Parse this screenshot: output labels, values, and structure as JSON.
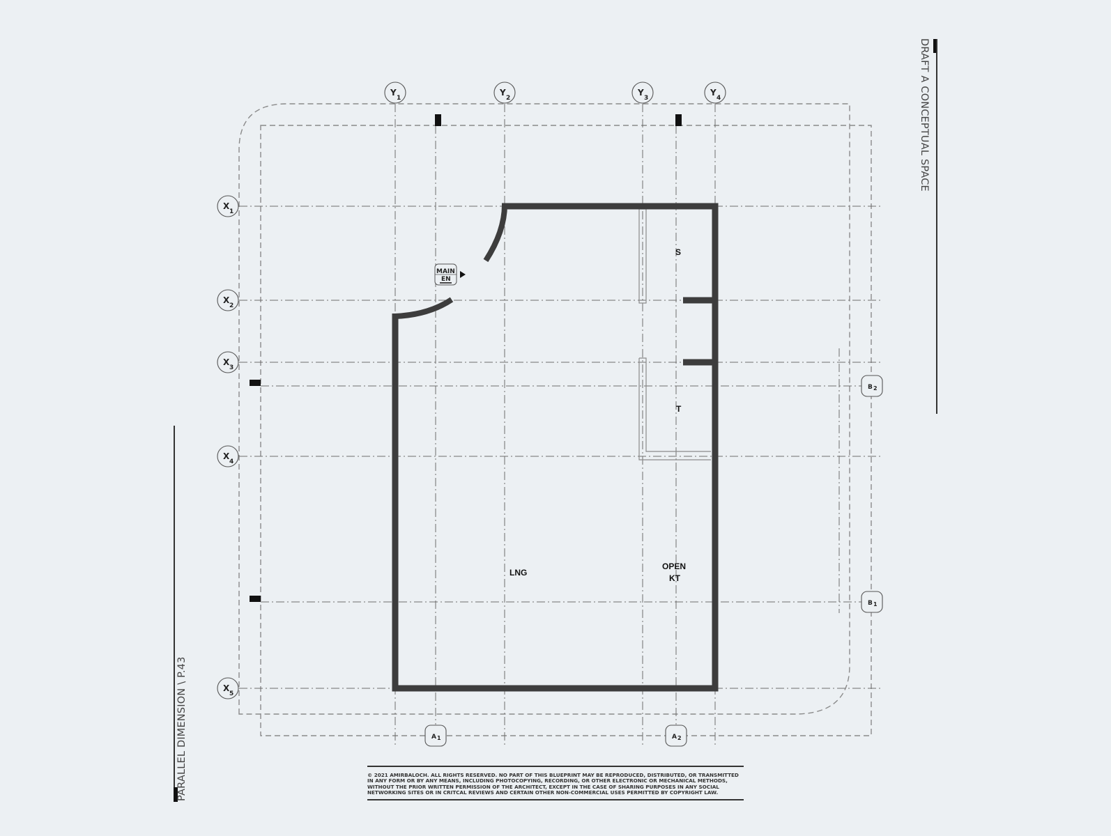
{
  "titles": {
    "right_vertical": "DRAFT A CONCEPTUAL SPACE",
    "left_vertical": "PARALLEL DIMENSION \\ P.43"
  },
  "grid_axes": {
    "y": [
      {
        "letter": "Y",
        "num": "1"
      },
      {
        "letter": "Y",
        "num": "2"
      },
      {
        "letter": "Y",
        "num": "3"
      },
      {
        "letter": "Y",
        "num": "4"
      }
    ],
    "x": [
      {
        "letter": "X",
        "num": "1"
      },
      {
        "letter": "X",
        "num": "2"
      },
      {
        "letter": "X",
        "num": "3"
      },
      {
        "letter": "X",
        "num": "4"
      },
      {
        "letter": "X",
        "num": "5"
      }
    ],
    "a": [
      {
        "letter": "A",
        "num": "1"
      },
      {
        "letter": "A",
        "num": "2"
      }
    ],
    "b": [
      {
        "letter": "B",
        "num": "2"
      },
      {
        "letter": "B",
        "num": "1"
      }
    ]
  },
  "entrance_tag": {
    "line1": "MAIN",
    "line2": "EN"
  },
  "rooms": {
    "s": "S",
    "t": "T",
    "lng": "LNG",
    "open": "OPEN",
    "kt": "KT"
  },
  "copyright": "© 2021 AMIRBALOCH. ALL RIGHTS RESERVED. NO PART OF THIS BLUEPRINT MAY BE REPRODUCED, DISTRIBUTED, OR TRANSMITTED IN ANY FORM OR BY ANY MEANS, INCLUDING PHOTOCOPYING, RECORDING, OR OTHER ELECTRONIC OR MECHANICAL METHODS, WITHOUT THE PRIOR WRITTEN PERMISSION OF THE ARCHITECT, EXCEPT IN THE CASE OF SHARING PURPOSES IN ANY SOCIAL NETWORKING SITES OR IN CRITCAL REVIEWS AND CERTAIN OTHER NON-COMMERCIAL USES PERMITTED BY COPYRIGHT LAW."
}
